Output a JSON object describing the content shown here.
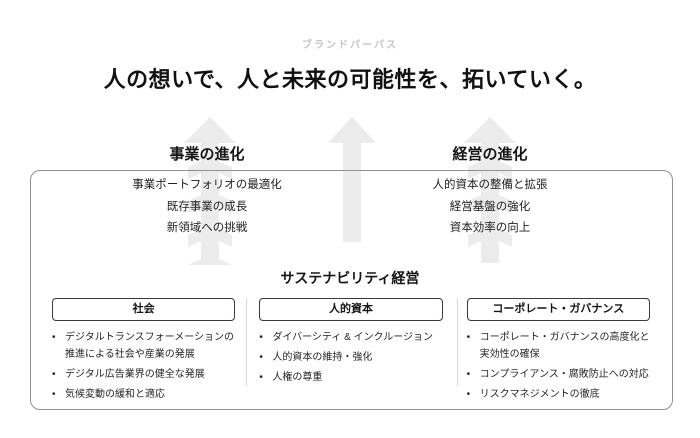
{
  "brand_purpose_label": "ブランドパーパス",
  "title": "人の想いで、人と未来の可能性を、拓いていく。",
  "colors": {
    "arrow": "#ececec",
    "outer_box_border": "#909090",
    "label_box_border": "#3a3a3a",
    "muted_label": "#c6c6c6"
  },
  "sections": {
    "business": {
      "heading": "事業の進化",
      "items": [
        "事業ポートフォリオの最適化",
        "既存事業の成長",
        "新領域への挑戦"
      ]
    },
    "management": {
      "heading": "経営の進化",
      "items": [
        "人的資本の整備と拡張",
        "経営基盤の強化",
        "資本効率の向上"
      ]
    }
  },
  "sustainability": {
    "heading": "サステナビリティ経営",
    "columns": [
      {
        "label": "社会",
        "items": [
          "デジタルトランスフォーメーションの推進による社会や産業の発展",
          "デジタル広告業界の健全な発展",
          "気候変動の緩和と適応"
        ]
      },
      {
        "label": "人的資本",
        "items": [
          "ダイバーシティ & インクルージョン",
          "人的資本の維持・強化",
          "人権の尊重"
        ]
      },
      {
        "label": "コーポレート・ガバナンス",
        "items": [
          "コーポレート・ガバナンスの高度化と実効性の確保",
          "コンプライアンス・腐敗防止への対応",
          "リスクマネジメントの徹底"
        ]
      }
    ]
  }
}
